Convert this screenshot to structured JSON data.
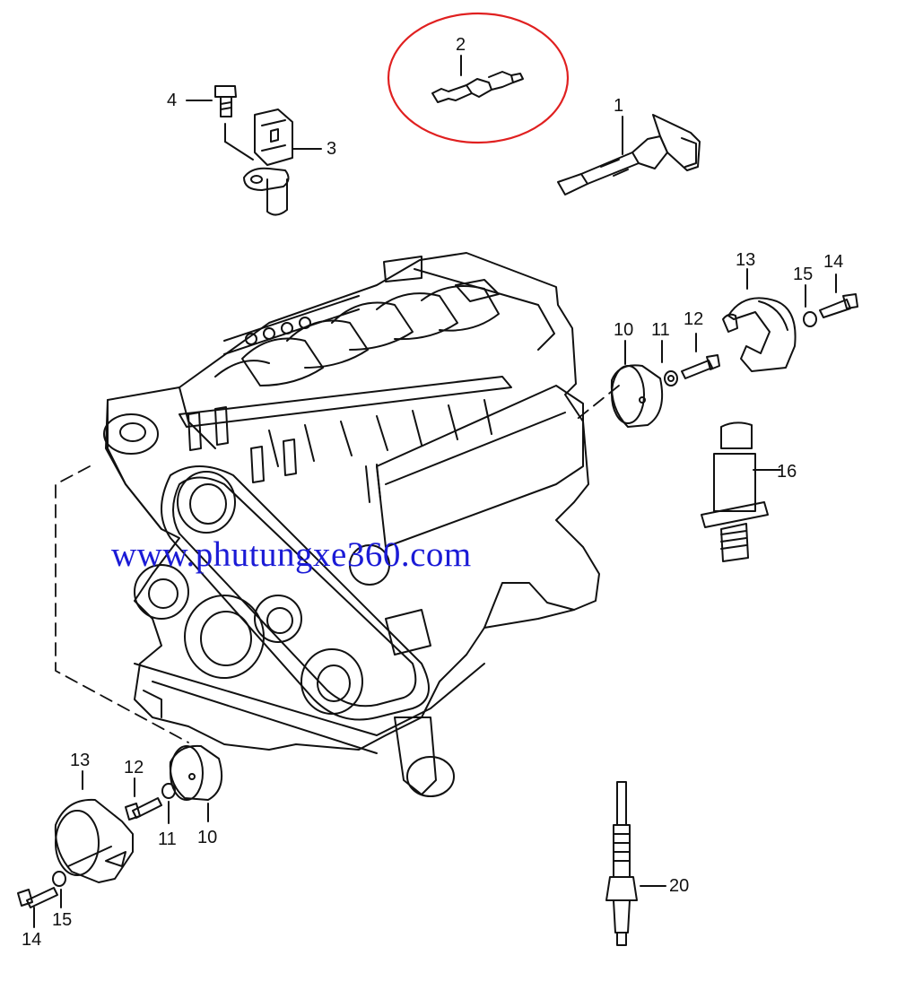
{
  "callouts": {
    "n1": "1",
    "n2": "2",
    "n3": "3",
    "n4": "4",
    "n10_top": "10",
    "n11_top": "11",
    "n12_top": "12",
    "n13_top": "13",
    "n14_top": "14",
    "n15_top": "15",
    "n16": "16",
    "n13_bottom": "13",
    "n12_bottom": "12",
    "n11_bottom": "11",
    "n10_bottom": "10",
    "n14_bottom": "14",
    "n15_bottom": "15",
    "n20": "20"
  },
  "watermark": "www.phutungxe360.com",
  "colors": {
    "line": "#111111",
    "highlight_circle": "#e02020",
    "watermark": "#1b1bd6"
  }
}
